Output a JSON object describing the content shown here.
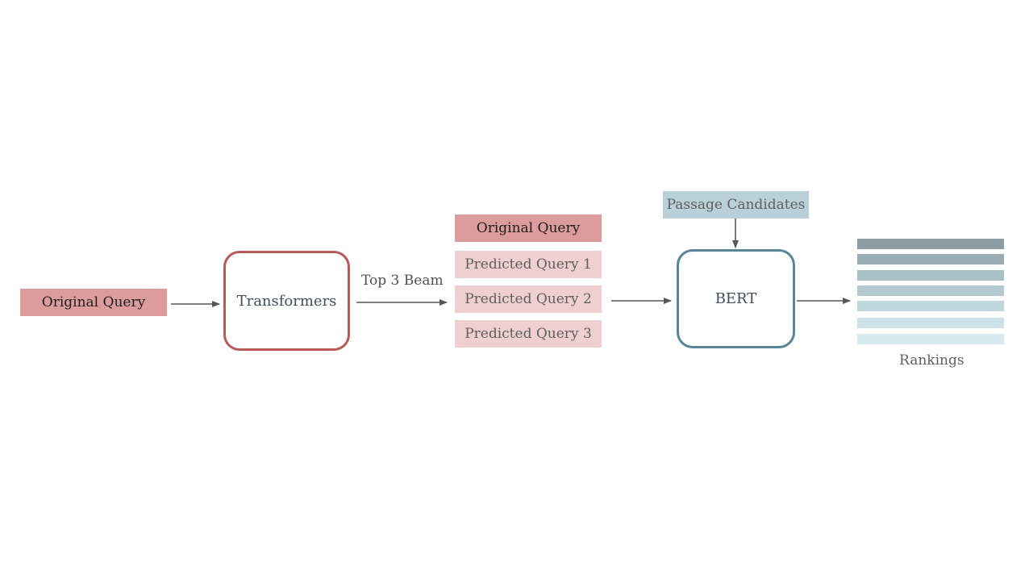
{
  "input": {
    "label": "Original Query"
  },
  "transformers": {
    "label": "Transformers"
  },
  "beam": {
    "label": "Top 3 Beam"
  },
  "expanded": {
    "original": "Original Query",
    "predicted": [
      "Predicted Query 1",
      "Predicted Query 2",
      "Predicted Query 3"
    ]
  },
  "passages": {
    "label": "Passage Candidates"
  },
  "bert": {
    "label": "BERT"
  },
  "rankings": {
    "label": "Rankings",
    "bar_colors": [
      "#8c9ea4",
      "#98adb3",
      "#a8c0c6",
      "#b2c9d0",
      "#c0d7de",
      "#cce2e8",
      "#d6eaef"
    ]
  },
  "colors": {
    "query": "#dc9c9c",
    "predicted": "#efcfcf",
    "transformers_border": "#b85a58",
    "bert_border": "#5a8598",
    "passage": "#b9d0d8",
    "arrow": "#5a5456"
  }
}
